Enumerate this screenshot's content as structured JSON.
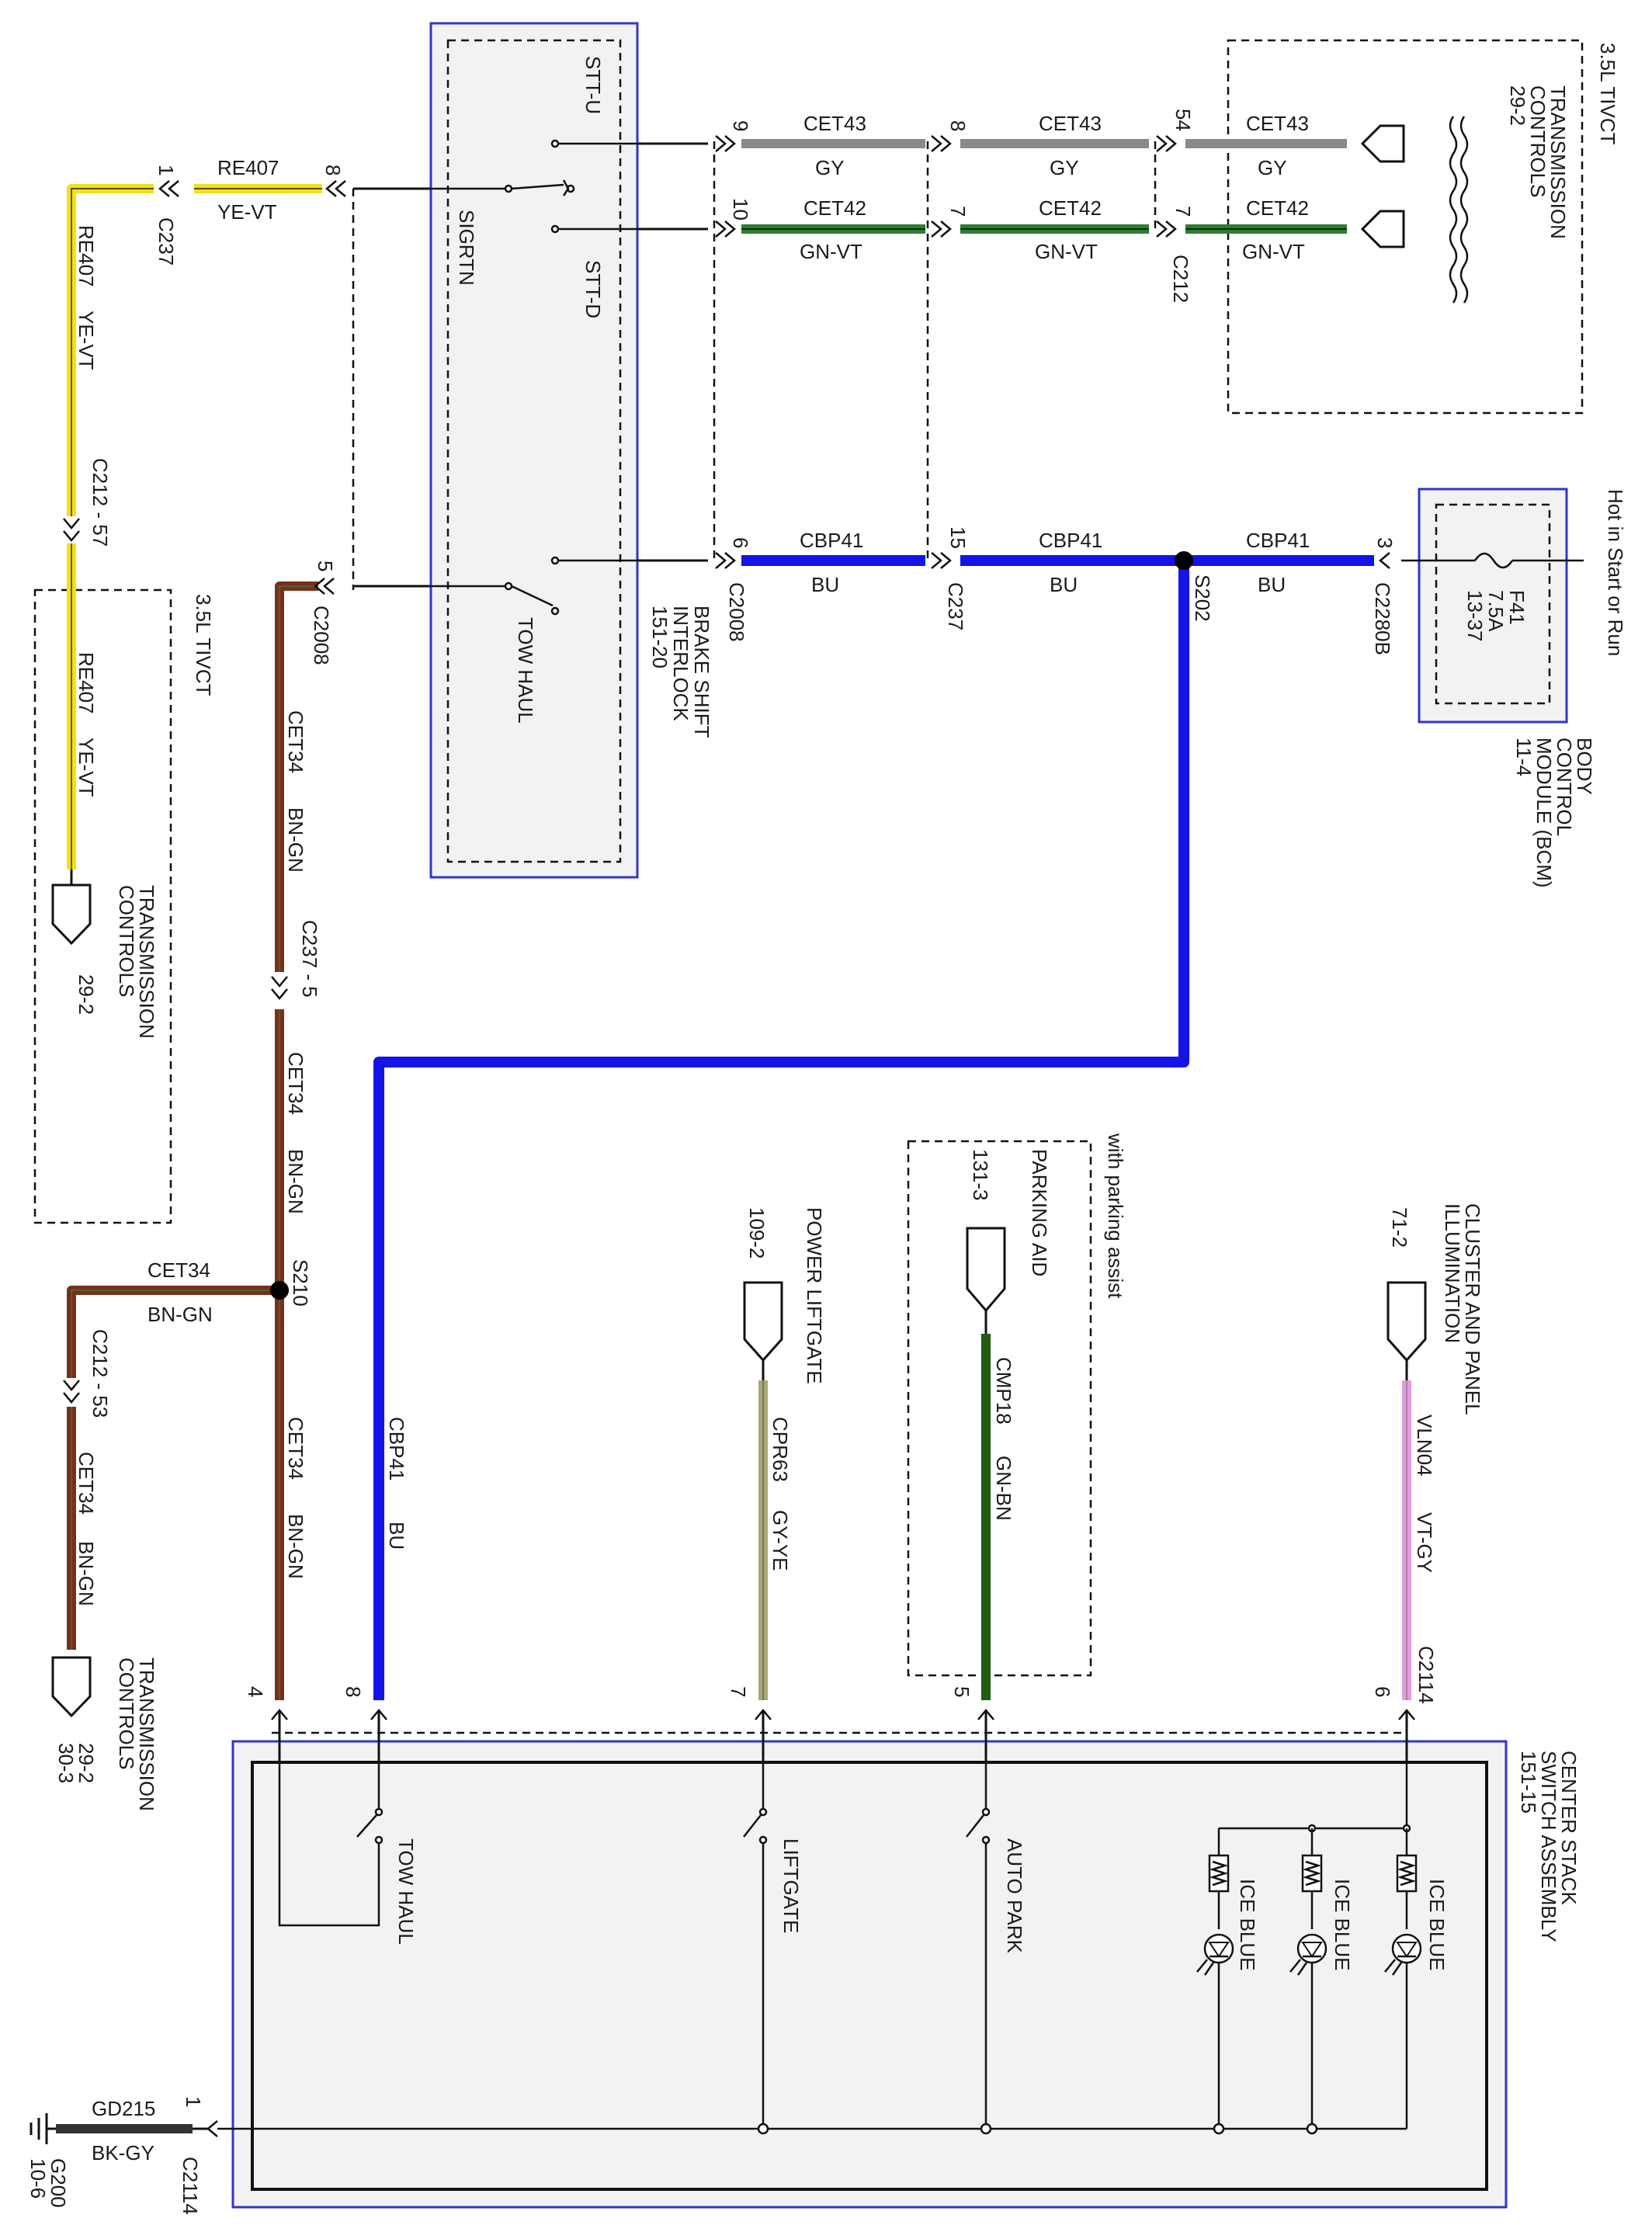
{
  "modules": {
    "brake_shift_interlock": {
      "name_lines": [
        "BRAKE SHIFT",
        "INTERLOCK",
        "151-20"
      ],
      "stt_u": "STT-U",
      "stt_d": "STT-D",
      "sigrtn": "SIGRTN",
      "tow_haul": "TOW HAUL"
    },
    "bcm": {
      "name_lines": [
        "BODY",
        "CONTROL",
        "MODULE (BCM)",
        "11-4"
      ],
      "hot": "Hot in Start or Run",
      "fuse_lines": [
        "F41",
        "7.5A",
        "13-37"
      ]
    },
    "tivct_top": {
      "title": "3.5L TIVCT",
      "name_lines": [
        "TRANSMISSION",
        "CONTROLS",
        "29-2"
      ]
    },
    "tivct_left": {
      "title": "3.5L TIVCT",
      "name_lines": [
        "TRANSMISSION",
        "CONTROLS",
        "29-2"
      ]
    },
    "center_stack": {
      "name_lines": [
        "CENTER STACK",
        "SWITCH ASSEMBLY",
        "151-15"
      ],
      "tow_haul": "TOW HAUL",
      "liftgate": "LIFTGATE",
      "auto_park": "AUTO PARK",
      "ice_blue": [
        "ICE BLUE",
        "ICE BLUE",
        "ICE BLUE"
      ]
    },
    "trans_bottom": {
      "name_lines": [
        "TRANSMISSION",
        "CONTROLS",
        "29-2",
        "30-3"
      ]
    },
    "power_liftgate": {
      "name": "POWER LIFTGATE",
      "ref": "109-2"
    },
    "parking_aid": {
      "note": "with parking assist",
      "name": "PARKING AID",
      "ref": "131-3"
    },
    "cluster": {
      "name_lines": [
        "CLUSTER AND PANEL",
        "ILLUMINATION"
      ],
      "ref": "71-2"
    },
    "ground": {
      "name_lines": [
        "G200",
        "10-6"
      ]
    }
  },
  "wires": {
    "cet43": {
      "circuit": "CET43",
      "color": "GY",
      "hex": "#8a8a8a"
    },
    "cet42": {
      "circuit": "CET42",
      "color": "GN-VT",
      "hex": "#2e7d32"
    },
    "cbp41": {
      "circuit": "CBP41",
      "color": "BU",
      "hex": "#1414e6"
    },
    "re407": {
      "circuit": "RE407",
      "color": "YE-VT",
      "hex": "#f2e01a"
    },
    "cet34": {
      "circuit": "CET34",
      "color": "BN-GN",
      "hex": "#7a2e1e"
    },
    "cpr63": {
      "circuit": "CPR63",
      "color": "GY-YE",
      "hex": "#a8a878"
    },
    "cmp18": {
      "circuit": "CMP18",
      "color": "GN-BN",
      "hex": "#1f5c10"
    },
    "vln04": {
      "circuit": "VLN04",
      "color": "VT-GY",
      "hex": "#e39be3"
    },
    "gd215": {
      "circuit": "GD215",
      "color": "BK-GY",
      "hex": "#333333"
    }
  },
  "connectors": {
    "c2008": "C2008",
    "c237": "C237",
    "c212": "C212",
    "c2280b": "C2280B",
    "s202": "S202",
    "s210": "S210",
    "c212_57": "C212 - 57",
    "c237_5": "C237 - 5",
    "c212_53": "C212 - 53",
    "c2114": "C2114"
  },
  "pins": {
    "p9": "9",
    "p8": "8",
    "p54": "54",
    "p10": "10",
    "p7": "7",
    "p7b": "7",
    "p6": "6",
    "p15": "15",
    "p3": "3",
    "p1": "1",
    "p8b": "8",
    "p5": "5",
    "p4": "4",
    "p8c": "8",
    "p7c": "7",
    "p5b": "5",
    "p6b": "6",
    "p1b": "1"
  }
}
